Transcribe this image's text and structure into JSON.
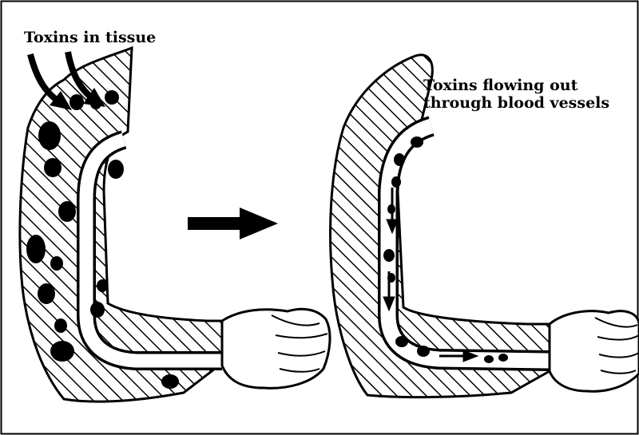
{
  "labels": {
    "before": "Toxins in tissue",
    "after_line1": "Toxins flowing out",
    "after_line2": "through blood vessels"
  },
  "panels": [
    {
      "name": "before",
      "description_icon": "arm-with-toxins-in-tissue"
    },
    {
      "name": "after",
      "description_icon": "arm-with-toxins-in-vessel"
    }
  ],
  "colors": {
    "ink": "#000000",
    "paper": "#ffffff"
  }
}
